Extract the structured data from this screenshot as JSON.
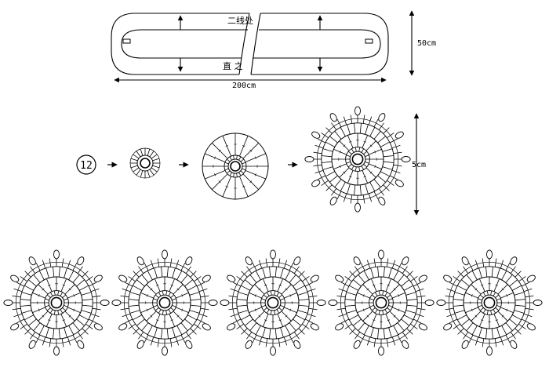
{
  "scarf_plan": {
    "width_label": "50cm",
    "length_label": "200cm",
    "top_note": "二线处",
    "bottom_note": "直  之"
  },
  "motif_steps": {
    "round_count": "12",
    "motif_size_label": "5cm"
  },
  "motif_strip": {
    "motif_count": 5
  }
}
